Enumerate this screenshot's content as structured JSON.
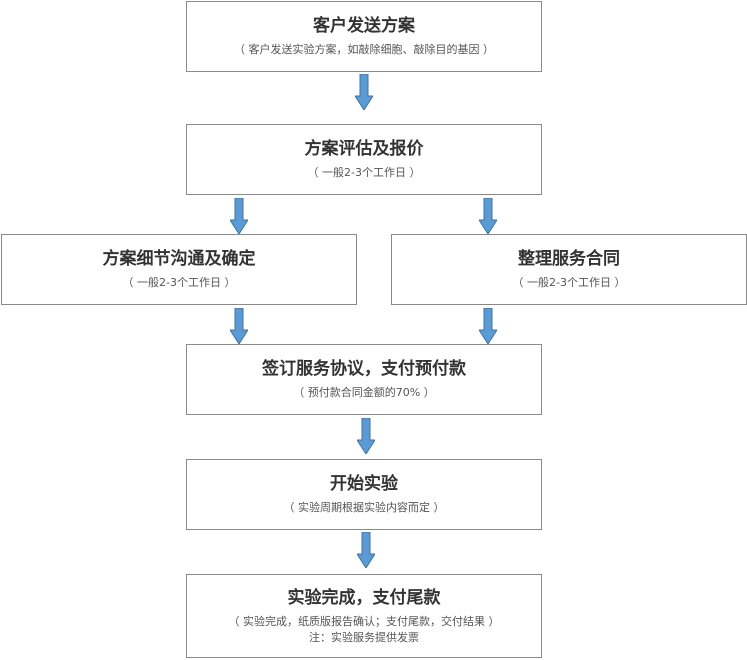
{
  "steps": {
    "s1": {
      "title": "客户发送方案",
      "note": "（ 客户发送实验方案，如敲除细胞、敲除目的基因 ）"
    },
    "s2": {
      "title": "方案评估及报价",
      "note": "（ 一般2-3个工作日 ）"
    },
    "s3a": {
      "title": "方案细节沟通及确定",
      "note": "（ 一般2-3个工作日 ）"
    },
    "s3b": {
      "title": "整理服务合同",
      "note": "（ 一般2-3个工作日 ）"
    },
    "s4": {
      "title": "签订服务协议，支付预付款",
      "note": "（ 预付款合同金额的70% ）"
    },
    "s5": {
      "title": "开始实验",
      "note": "（ 实验周期根据实验内容而定 ）"
    },
    "s6": {
      "title": "实验完成，支付尾款",
      "note": "（ 实验完成，纸质版报告确认；支付尾款，交付结果 ）",
      "note2": "注：实验服务提供发票"
    }
  },
  "colors": {
    "arrow_fill": "#5b9bd5",
    "arrow_stroke": "#41719c",
    "box_border": "#8a8a8a"
  }
}
